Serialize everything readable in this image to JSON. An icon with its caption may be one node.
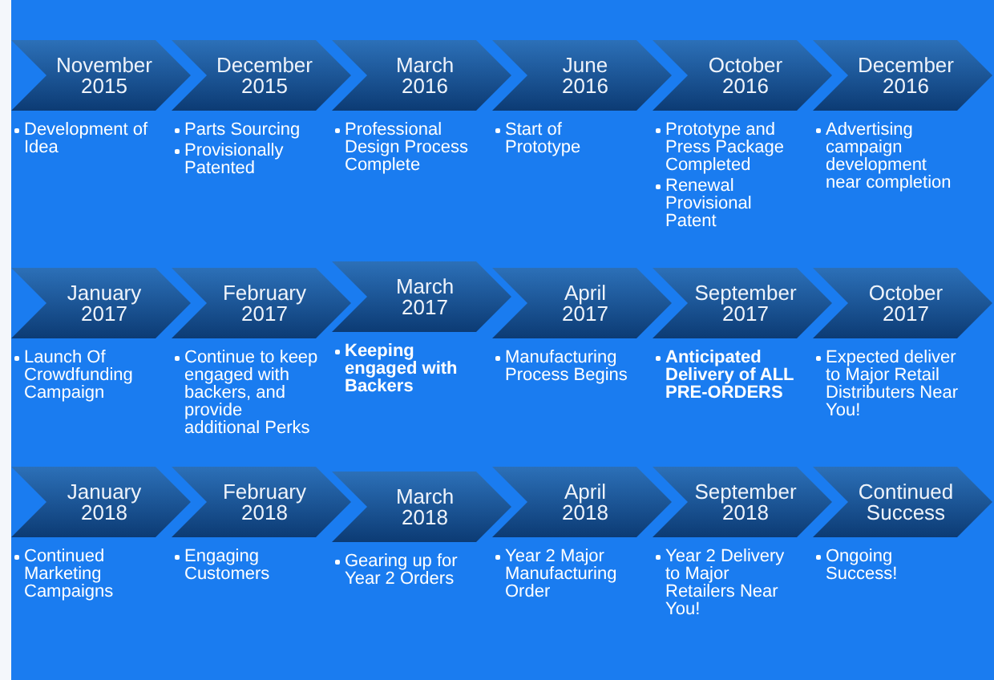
{
  "diagram": {
    "nodes": [
      {
        "text": [
          "November 2015"
        ],
        "beside": [
          "Development of Idea"
        ]
      },
      {
        "text": [
          "December 2015"
        ],
        "beside": [
          "Parts Sourcing",
          "Provisionally Patented"
        ]
      },
      {
        "text": [
          "March 2016"
        ],
        "beside": [
          "Professional Design Process Complete"
        ]
      },
      {
        "text": [
          "June 2016"
        ],
        "beside": [
          "Start of Prototype"
        ]
      },
      {
        "text": [
          "October 2016"
        ],
        "beside": [
          "Prototype and Press Package Completed",
          "Renewal Provisional Patent"
        ]
      },
      {
        "text": [
          "December 2016"
        ],
        "beside": [
          "Advertising campaign development near completion"
        ]
      },
      {
        "text": [
          "January 2017"
        ],
        "beside": [
          "Launch Of Crowdfunding Campaign"
        ]
      },
      {
        "text": [
          "February 2017"
        ],
        "beside": [
          "Continue to keep engaged with backers, and provide additional Perks"
        ]
      },
      {
        "text": [
          "March 2017"
        ],
        "beside": [
          "Keeping engaged with Backers"
        ]
      },
      {
        "text": [
          "April 2017"
        ],
        "beside": [
          "Manufacturing Process Begins"
        ]
      },
      {
        "text": [
          "September 2017"
        ],
        "beside": [
          "Anticipated Delivery of ALL PRE-ORDERS"
        ]
      },
      {
        "text": [
          "October 2017"
        ],
        "beside": [
          "Expected deliver to Major Retail Distributers Near You!"
        ]
      },
      {
        "text": [
          "January 2018"
        ],
        "beside": [
          "Continued Marketing Campaigns"
        ]
      },
      {
        "text": [
          "February 2018"
        ],
        "beside": [
          "Engaging Customers"
        ]
      },
      {
        "text": [
          "March 2018"
        ],
        "beside": [
          "Gearing up for Year 2 Orders"
        ]
      },
      {
        "text": [
          "April 2018"
        ],
        "beside": [
          "Year 2 Major Manufacturing Order"
        ]
      },
      {
        "text": [
          "September 2018"
        ],
        "beside": [
          "Year 2 Delivery to Major Retailers Near You!"
        ]
      },
      {
        "text": [
          "Continued Success"
        ],
        "beside": [
          "Ongoing Success!"
        ]
      }
    ]
  }
}
